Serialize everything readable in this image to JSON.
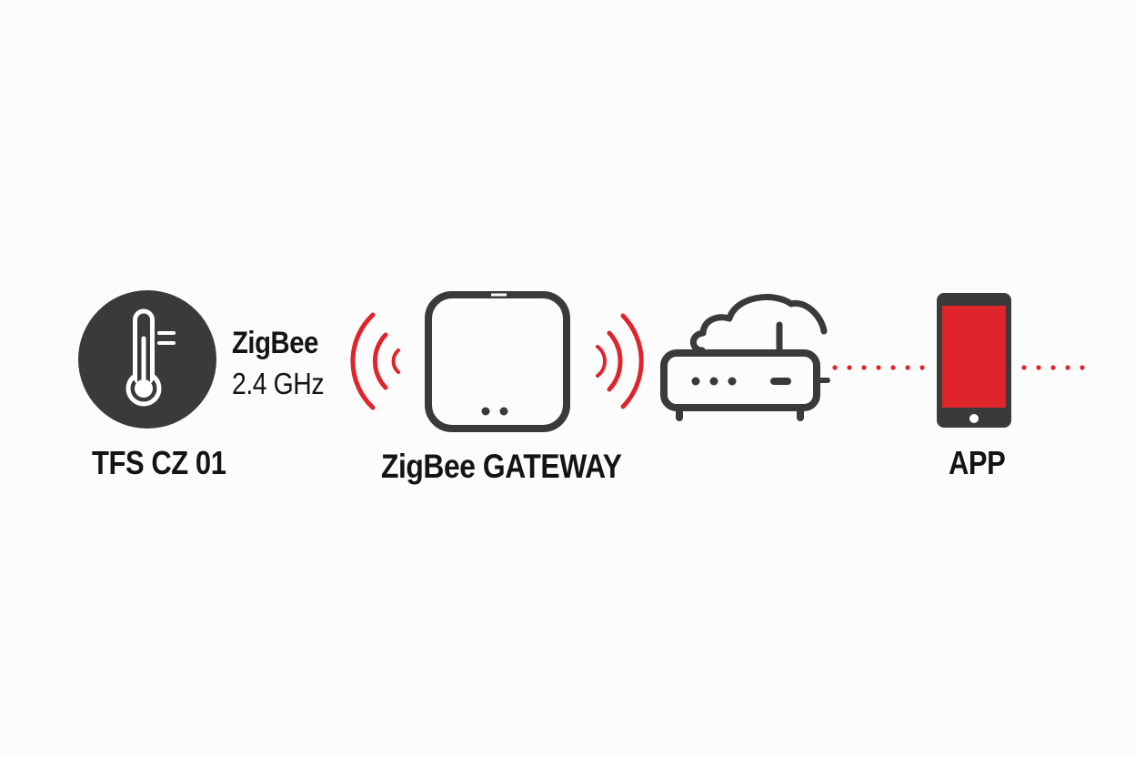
{
  "sensor": {
    "label": "TFS CZ 01",
    "icon": "thermometer-icon"
  },
  "protocol": {
    "name": "ZigBee",
    "frequency": "2.4 GHz"
  },
  "gateway": {
    "label": "ZigBee GATEWAY",
    "icon": "gateway-hub-icon"
  },
  "router": {
    "icon": "cloud-router-icon"
  },
  "app": {
    "label": "APP",
    "icon": "smartphone-icon"
  },
  "colors": {
    "accent": "#e0242b",
    "ink": "#3a3a3a",
    "background": "#fcfcfc"
  }
}
